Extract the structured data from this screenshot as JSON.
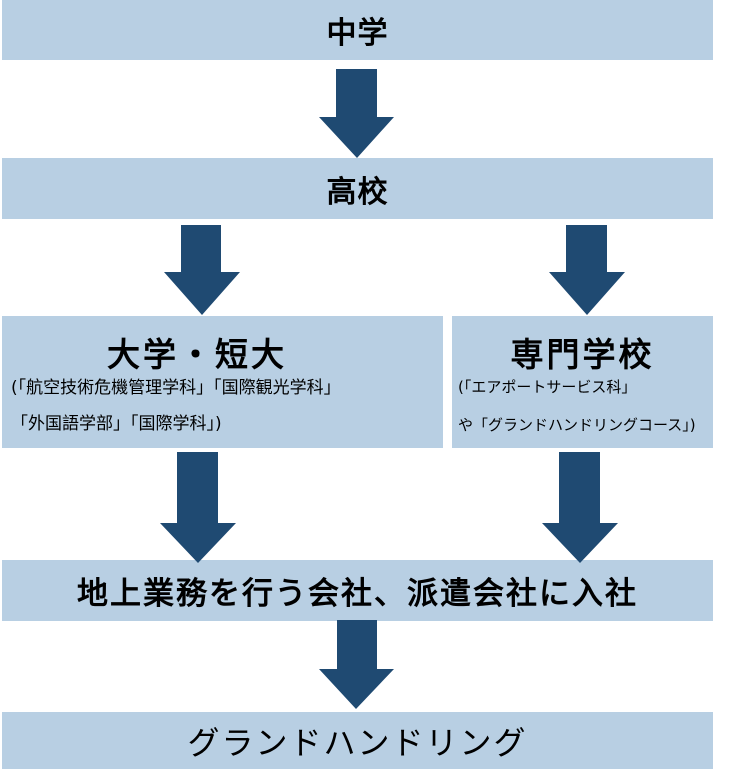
{
  "flow": {
    "step1": {
      "label": "中学"
    },
    "step2": {
      "label": "高校"
    },
    "step3a": {
      "title": "大学・短大",
      "line1": "(「航空技術危機管理学科」「国際観光学科」",
      "line2": "「外国語学部」「国際学科」)"
    },
    "step3b": {
      "title": "専門学校",
      "line1": "(「エアポートサービス科」",
      "line2": "や「グランドハンドリングコース」)"
    },
    "step4": {
      "label": "地上業務を行う会社、派遣会社に入社"
    },
    "step5": {
      "label": "グランドハンドリング"
    }
  },
  "colors": {
    "box_fill": "#b8cfe3",
    "arrow_fill": "#1f4a72",
    "text": "#000000"
  },
  "arrows": [
    {
      "from": "step1",
      "to": "step2",
      "icon": "down-arrow-icon"
    },
    {
      "from": "step2",
      "to": "step3a",
      "icon": "down-arrow-icon"
    },
    {
      "from": "step2",
      "to": "step3b",
      "icon": "down-arrow-icon"
    },
    {
      "from": "step3a",
      "to": "step4",
      "icon": "down-arrow-icon"
    },
    {
      "from": "step3b",
      "to": "step4",
      "icon": "down-arrow-icon"
    },
    {
      "from": "step4",
      "to": "step5",
      "icon": "down-arrow-icon"
    }
  ]
}
